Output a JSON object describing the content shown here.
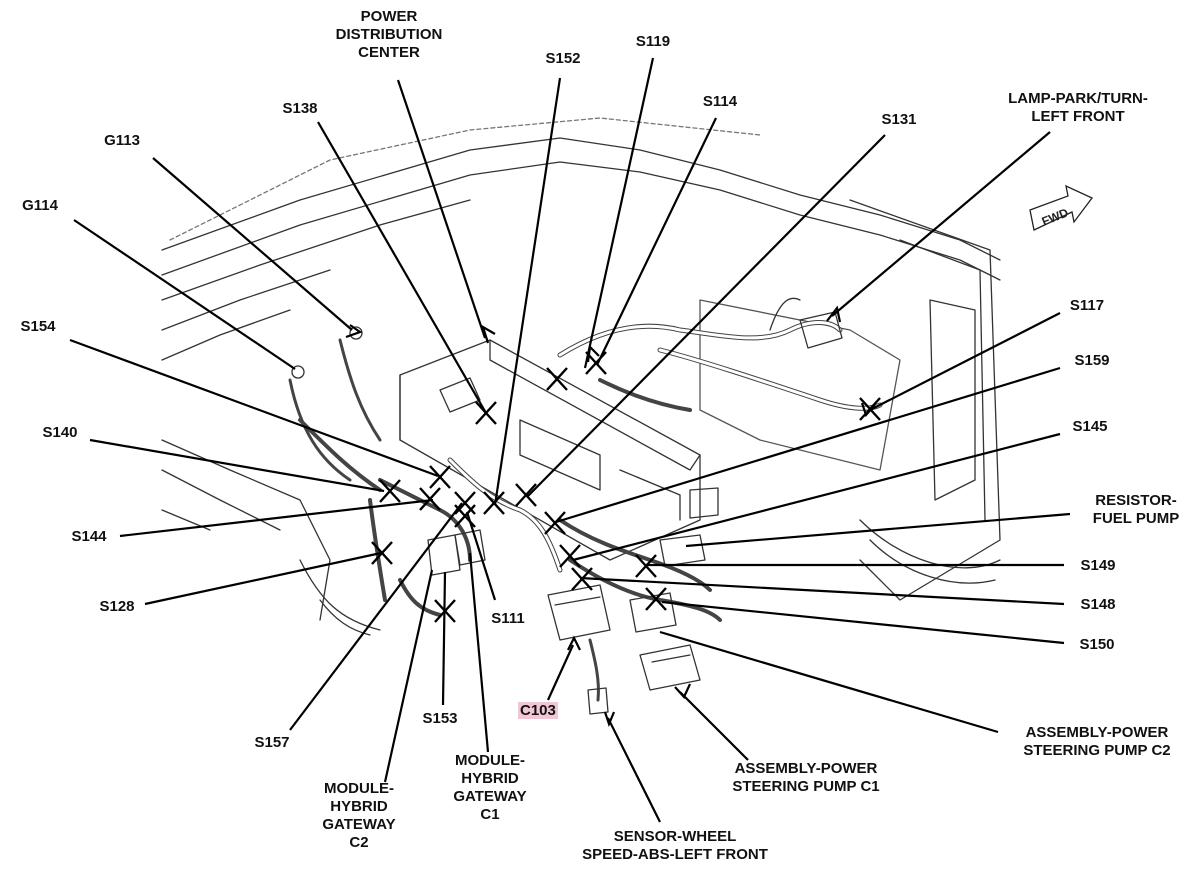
{
  "diagram": {
    "fwd_arrow_text": "FWD",
    "labels": {
      "power_distribution_center": "POWER\nDISTRIBUTION\nCENTER",
      "s152": "S152",
      "s119": "S119",
      "s114": "S114",
      "s138": "S138",
      "s131": "S131",
      "lamp_park_turn": "LAMP-PARK/TURN-\nLEFT FRONT",
      "g113": "G113",
      "g114": "G114",
      "s154": "S154",
      "s140": "S140",
      "s144": "S144",
      "s128": "S128",
      "s157": "S157",
      "s153": "S153",
      "s111": "S111",
      "s117": "S117",
      "s159": "S159",
      "s145": "S145",
      "resistor_fuel_pump": "RESISTOR-\nFUEL PUMP",
      "s149": "S149",
      "s148": "S148",
      "s150": "S150",
      "assembly_power_steering_pump_c2": "ASSEMBLY-POWER\nSTEERING PUMP C2",
      "assembly_power_steering_pump_c1": "ASSEMBLY-POWER\nSTEERING PUMP C1",
      "sensor_wheel_speed": "SENSOR-WHEEL\nSPEED-ABS-LEFT FRONT",
      "c103": "C103",
      "module_hybrid_gateway_c1": "MODULE-\nHYBRID\nGATEWAY\nC1",
      "module_hybrid_gateway_c2": "MODULE-\nHYBRID\nGATEWAY\nC2"
    }
  }
}
